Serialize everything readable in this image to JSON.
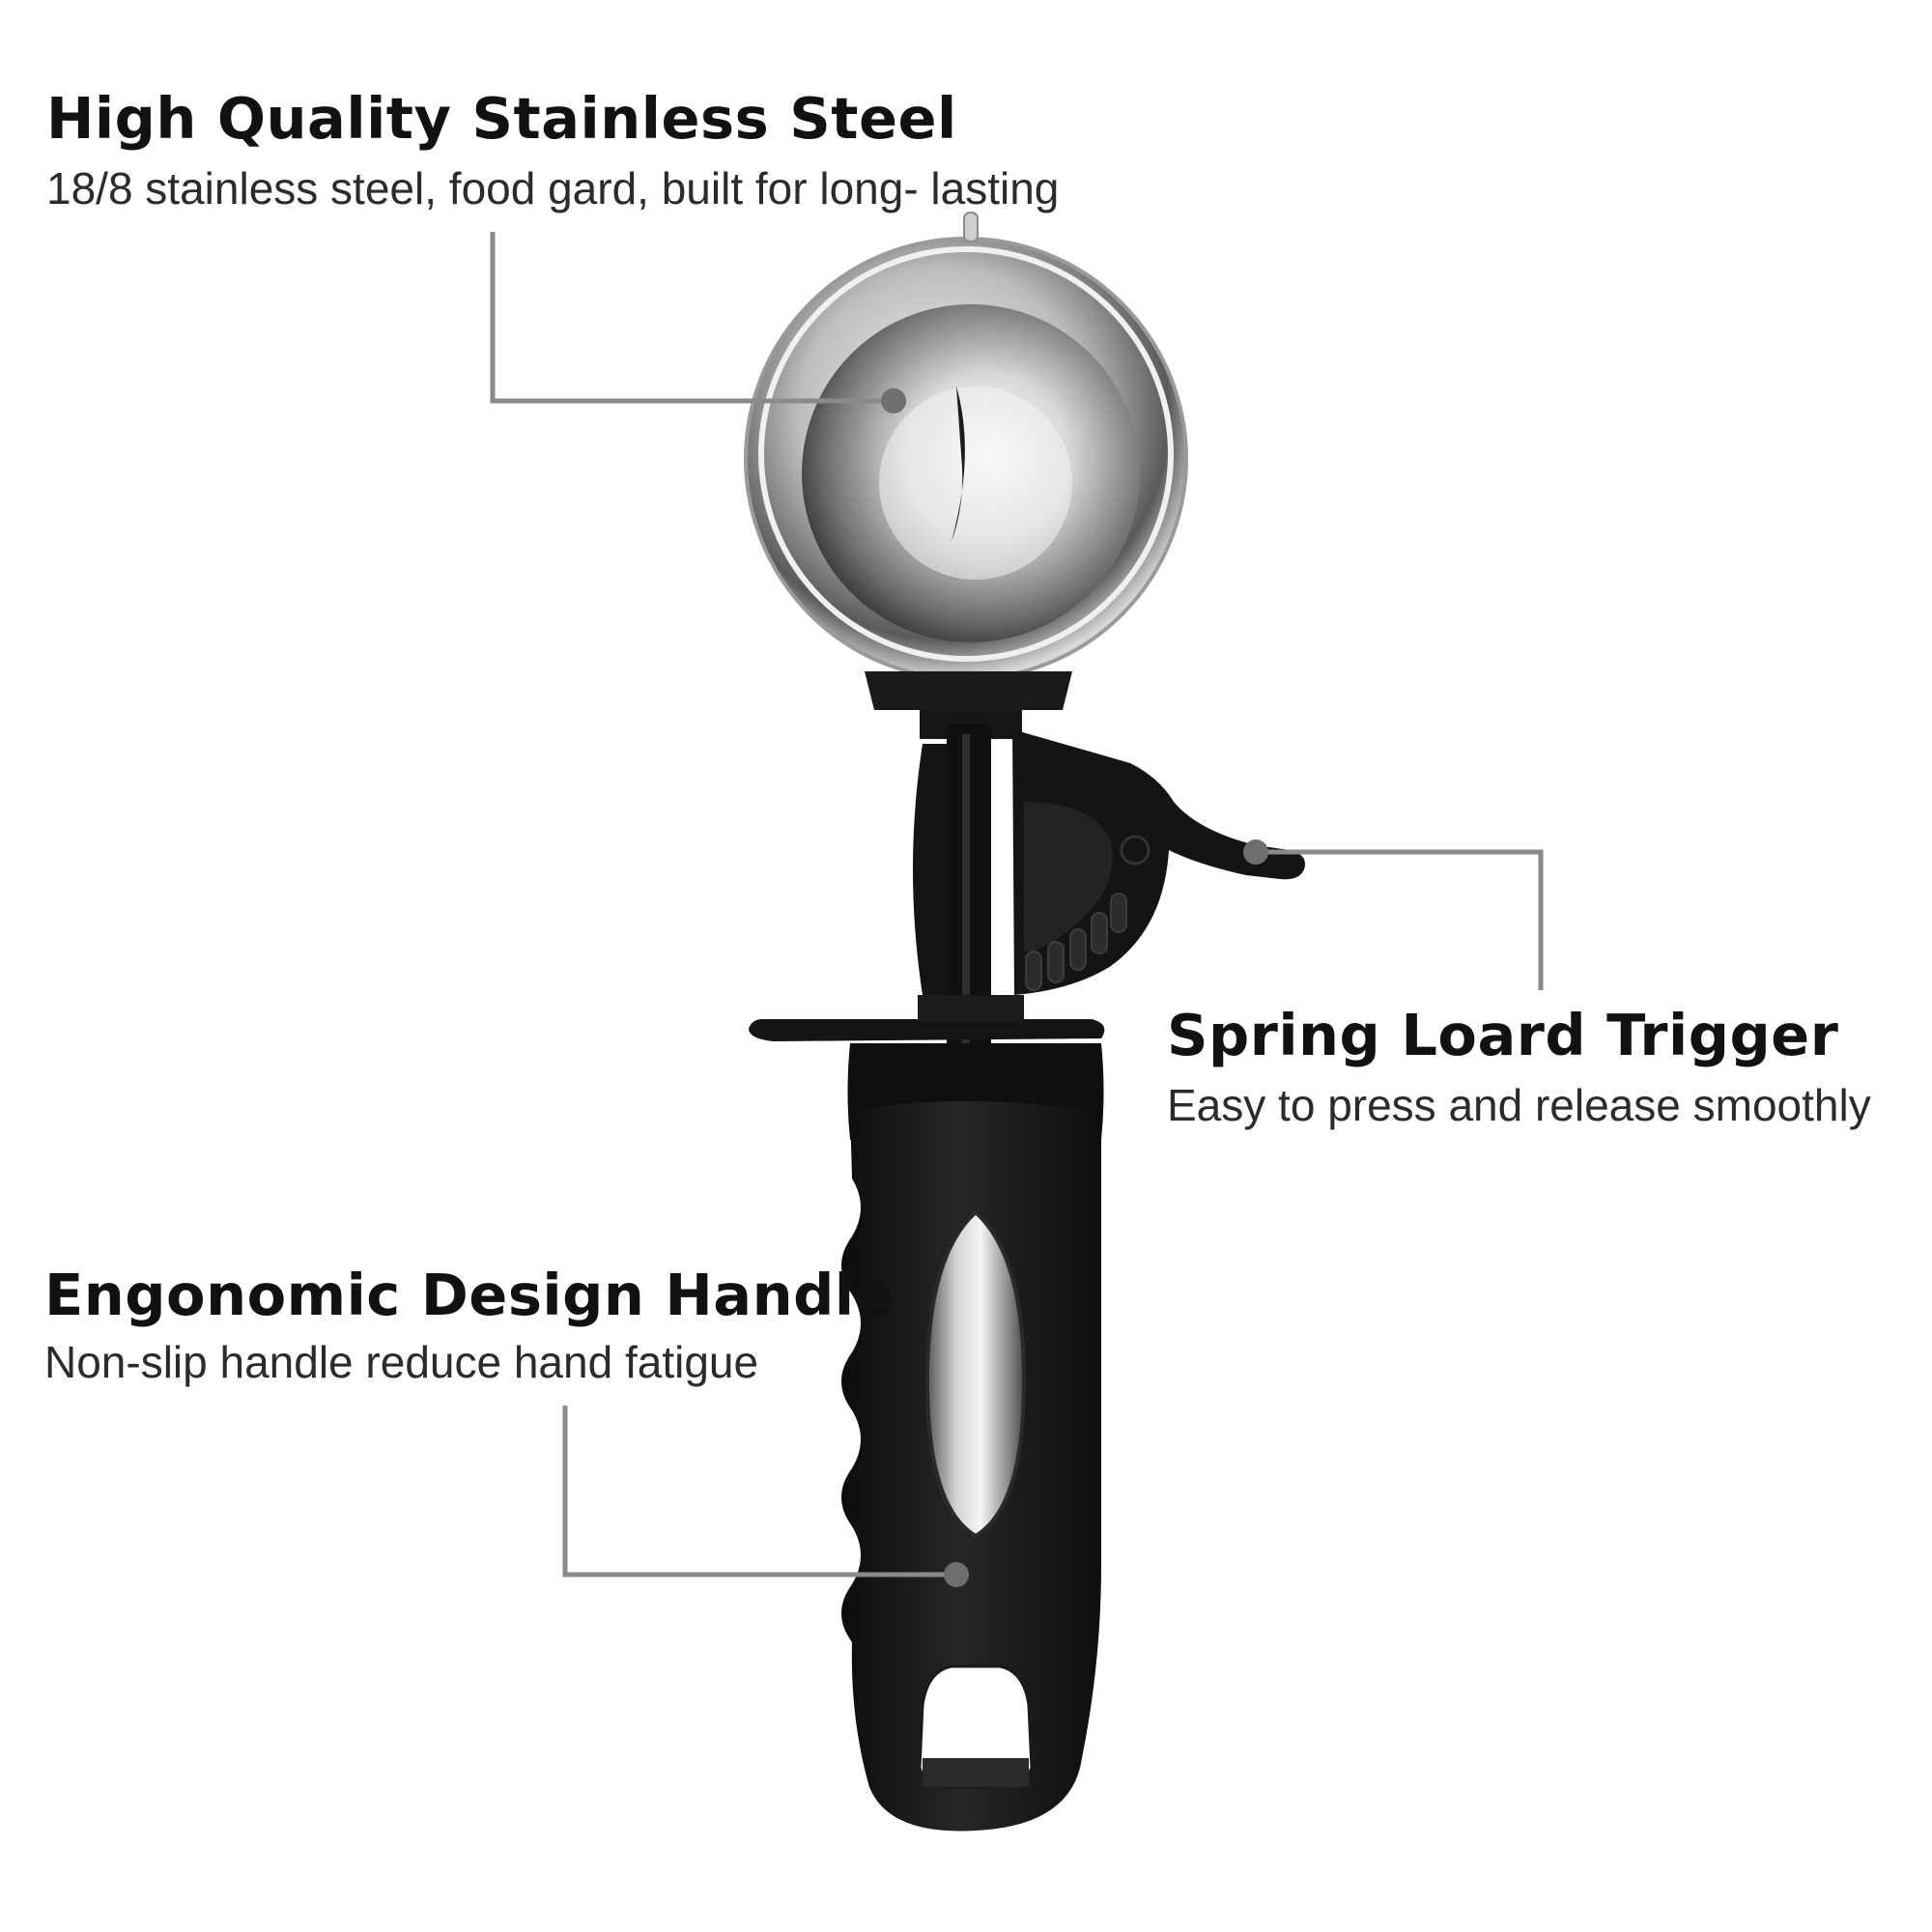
{
  "features": {
    "stainless": {
      "title": "High Quality Stainless Steel",
      "desc": "18/8 stainless steel, food gard, built for long- lasting"
    },
    "trigger": {
      "title": "Spring Loard Trigger",
      "desc": "Easy to press and release smoothly"
    },
    "handle": {
      "title": "Engonomic Design Handle",
      "desc": "Non-slip handle reduce hand fatigue"
    }
  },
  "colors": {
    "background": "#ffffff",
    "callout_line": "#8a8a8a",
    "handle_black": "#141414",
    "steel_light": "#e6e6e6",
    "steel_dark": "#3a3a3a"
  },
  "icons": [
    "ice-cream-scoop-product-image",
    "callout-dot"
  ]
}
